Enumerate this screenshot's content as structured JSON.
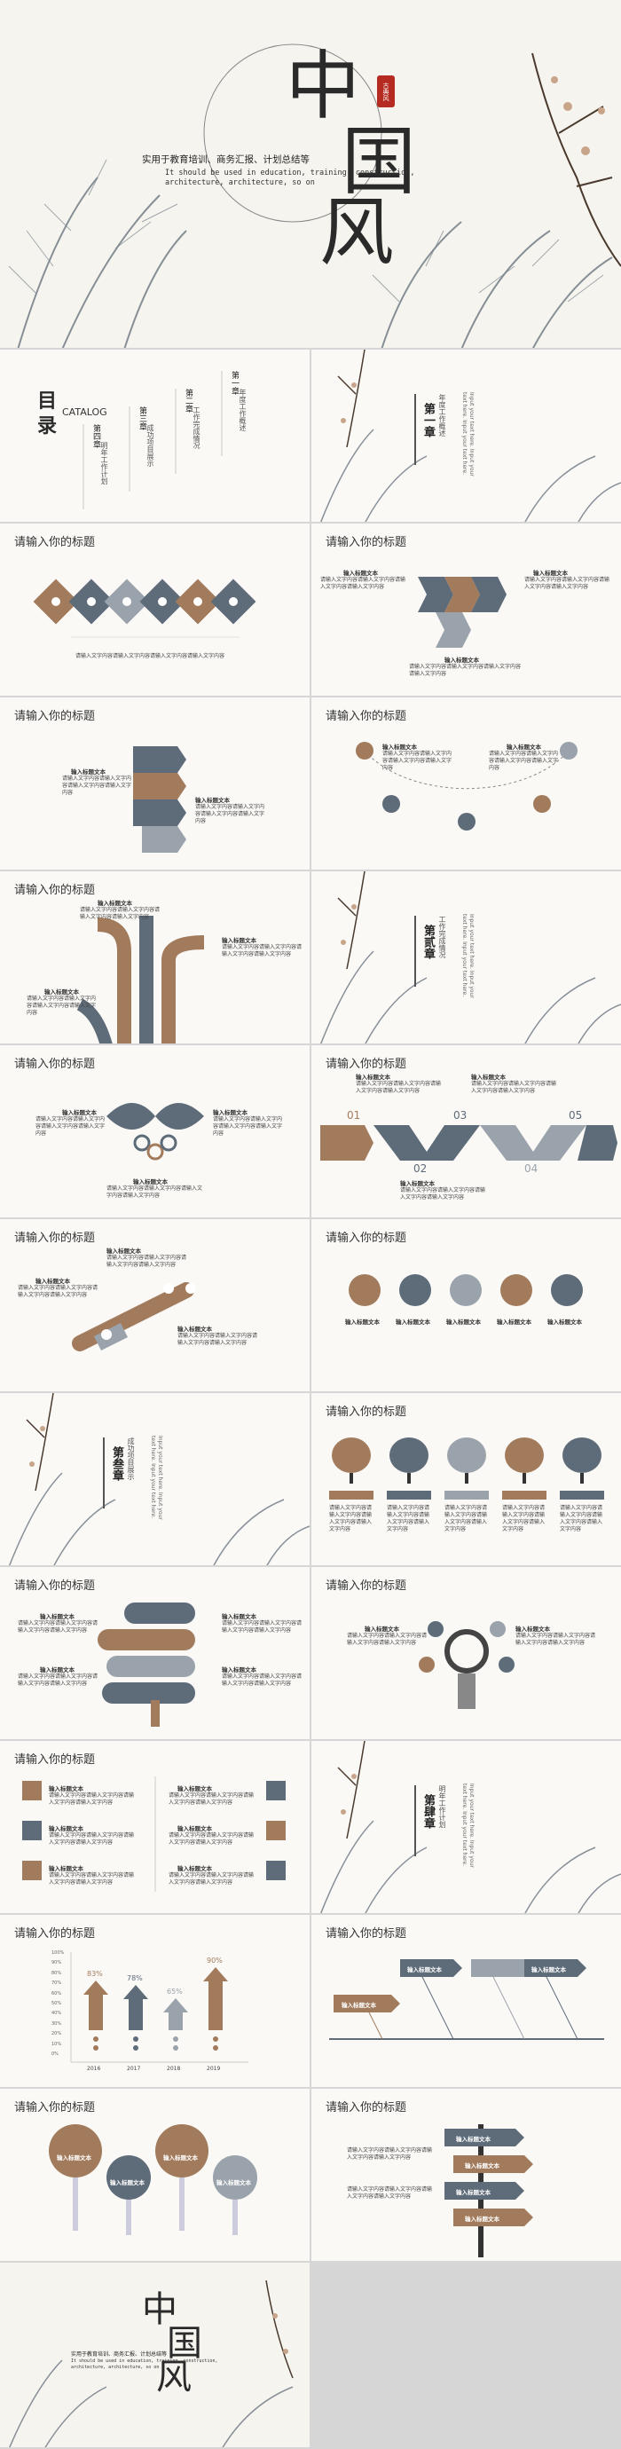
{
  "cover": {
    "char1": "中",
    "char2": "国",
    "char3": "风",
    "seal": "古典风",
    "subtitle": "实用于教育培训、商务汇报、计划总结等",
    "english": "It should be used in education, training, construction, architecture, architecture, so on"
  },
  "catalog": {
    "title1": "目",
    "title2": "录",
    "title_en": "CATALOG",
    "chapters": [
      {
        "num": "第一章",
        "name": "年度工作概述"
      },
      {
        "num": "第二章",
        "name": "工作完成情况"
      },
      {
        "num": "第三章",
        "name": "成功项目展示"
      },
      {
        "num": "第四章",
        "name": "明年工作计划"
      }
    ]
  },
  "sections": [
    {
      "num": "第一章",
      "name": "年度工作概述",
      "lines": "Input your text here. Input your text here. Input your text here."
    },
    {
      "num": "第贰章",
      "name": "工作完成情况",
      "lines": "Input your text here. Input your text here. Input your text here."
    },
    {
      "num": "第叁章",
      "name": "成功项目展示",
      "lines": "Input your text here. Input your text here. Input your text here."
    },
    {
      "num": "第肆章",
      "name": "明年工作计划",
      "lines": "Input your text here. Input your text here. Input your text here."
    }
  ],
  "slide_title": "请输入你的标题",
  "item_title": "输入标题文本",
  "item_body": "请输入文字内容请输入文字内容请输入文字内容请输入文字内容",
  "numbers": [
    "01",
    "02",
    "03",
    "04",
    "05"
  ],
  "percents": [
    "83%",
    "78%",
    "65%",
    "90%"
  ],
  "years": [
    "2016",
    "2017",
    "2018",
    "2019"
  ],
  "ylabels": [
    "100%",
    "90%",
    "80%",
    "70%",
    "60%",
    "50%",
    "40%",
    "30%",
    "20%",
    "10%",
    "0%"
  ],
  "colors": {
    "brown": "#a27b5c",
    "gray": "#5e6b79",
    "light_gray": "#9aa3ab",
    "seal_red": "#b52b22"
  }
}
